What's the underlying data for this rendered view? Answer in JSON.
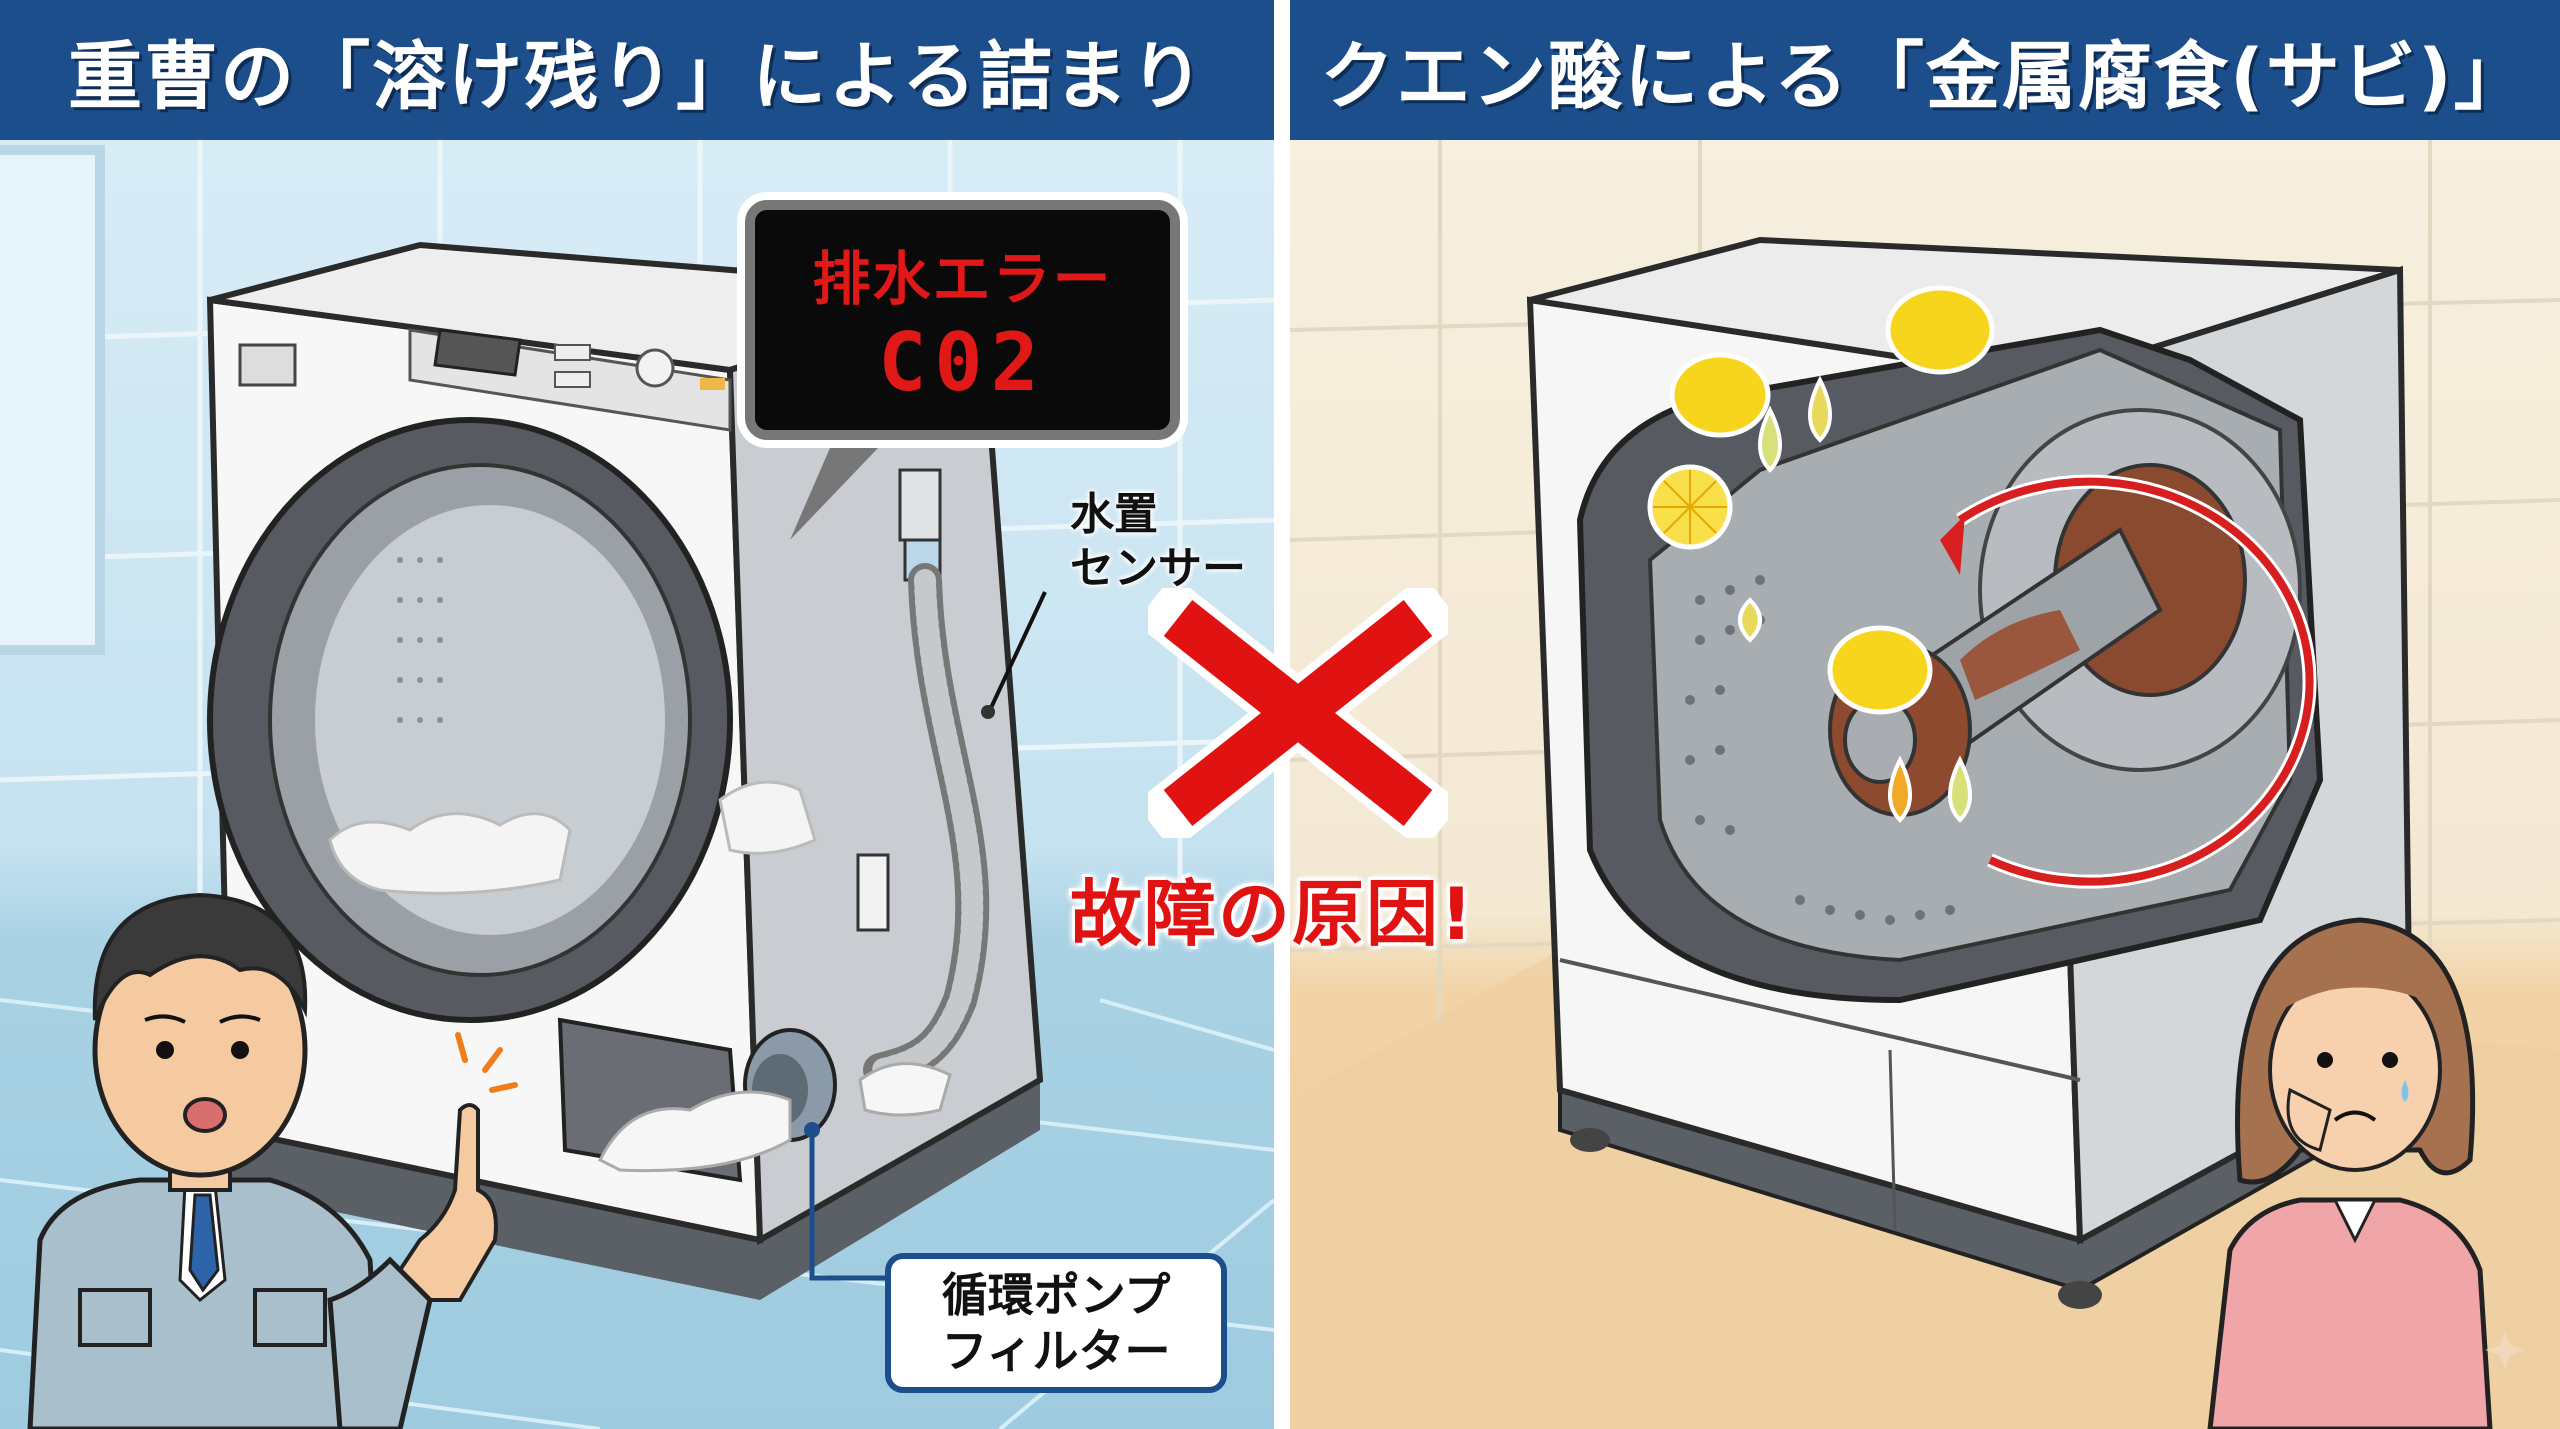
{
  "left_panel": {
    "title": "重曹の「溶け残り」による詰まり",
    "error_display": {
      "line1": "排水エラー",
      "line2": "C02"
    },
    "sensor_label": {
      "line1": "水置",
      "line2": "センサー"
    },
    "filter_label": {
      "line1": "循環ポンプ",
      "line2": "フィルター"
    },
    "character": "worried-technician"
  },
  "center": {
    "cross_icon": "red-x-icon",
    "cause_text": "故障の原因!"
  },
  "right_panel": {
    "title": "クエン酸による「金属腐食(サビ)」",
    "character": "worried-woman",
    "illustration": "rusted-drum-shaft-with-lemons"
  },
  "colors": {
    "header_bg": "#1c4e8c",
    "header_text": "#ffffff",
    "alert_red": "#e01212",
    "left_bg": "#c5e2f0",
    "right_bg": "#f3e8d2",
    "floor_right": "#efd0a2",
    "lemon": "#f7d51d",
    "rust": "#9a4a2a"
  }
}
